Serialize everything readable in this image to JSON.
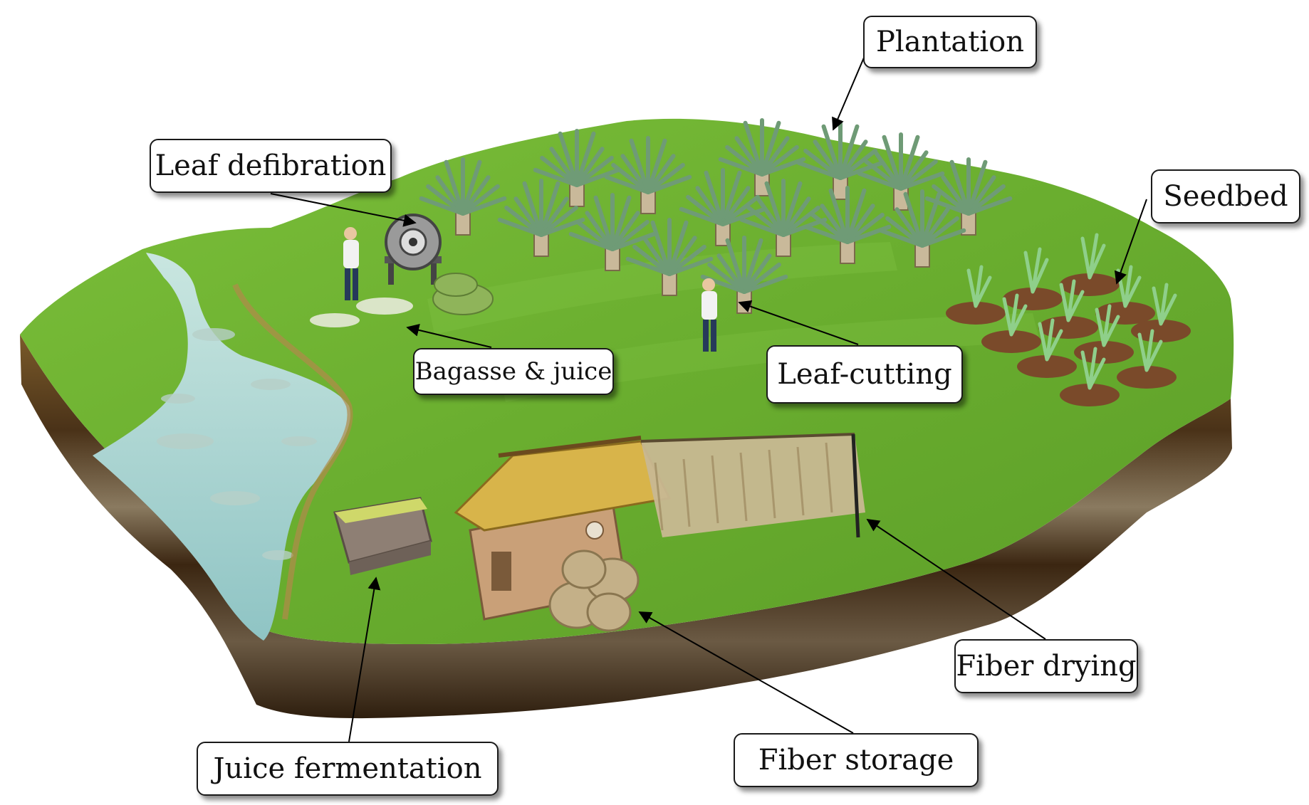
{
  "diagram": {
    "labels": {
      "plantation": "Plantation",
      "leaf_defibration": "Leaf defibration",
      "seedbed": "Seedbed",
      "bagasse_juice": "Bagasse & juice",
      "leaf_cutting": "Leaf-cutting",
      "fiber_drying": "Fiber drying",
      "juice_fermentation": "Juice fermentation",
      "fiber_storage": "Fiber storage"
    },
    "colors": {
      "grass": "#6aae2f",
      "grass_dark": "#4f8f22",
      "soil": "#5a3b1c",
      "soil_dark": "#3b2611",
      "river": "#a9d3d0",
      "agave": "#6f9b76",
      "thatch": "#d8b44a",
      "fiber": "#c8b892"
    }
  }
}
